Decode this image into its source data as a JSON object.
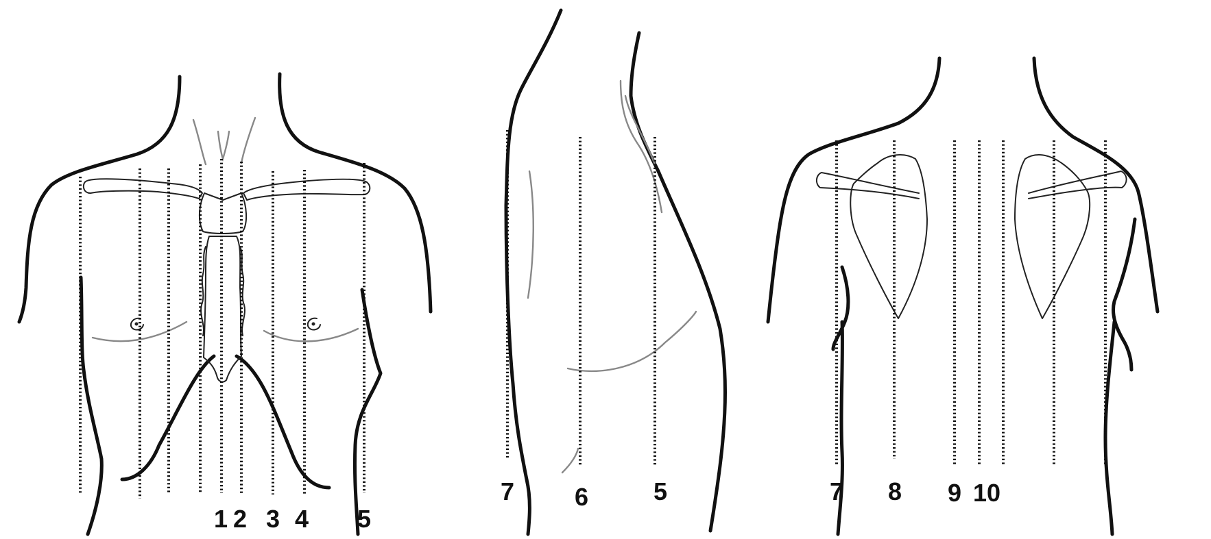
{
  "views": [
    {
      "id": "anterior",
      "line_labels": [
        "1",
        "2",
        "3",
        "4",
        "5"
      ]
    },
    {
      "id": "lateral",
      "line_labels": [
        "7",
        "6",
        "5"
      ]
    },
    {
      "id": "posterior",
      "line_labels": [
        "7",
        "8",
        "9",
        "10"
      ]
    }
  ]
}
